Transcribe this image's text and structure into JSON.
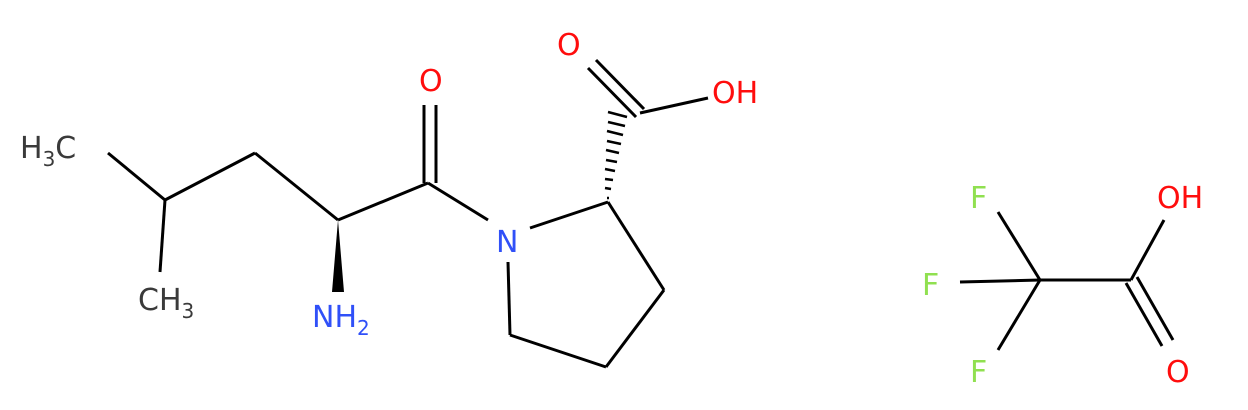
{
  "molecule": {
    "atoms": {
      "h3c": {
        "main": "H",
        "sub": "3",
        "tail": "C"
      },
      "ch3": {
        "main": "CH",
        "sub": "3"
      },
      "nh2": {
        "main": "NH",
        "sub": "2"
      },
      "n_ring": "N",
      "o_amide": "O",
      "o_acid_dbl": "O",
      "oh_acid": "OH"
    }
  },
  "tfa": {
    "atoms": {
      "f_top": "F",
      "f_mid": "F",
      "f_bot": "F",
      "oh": "OH",
      "o_dbl": "O"
    }
  },
  "colors": {
    "bond": "#000000",
    "carbon_hydrogen": "#3a3a3a",
    "nitrogen": "#3050F8",
    "oxygen": "#FF0D0D",
    "fluorine": "#90E050"
  }
}
